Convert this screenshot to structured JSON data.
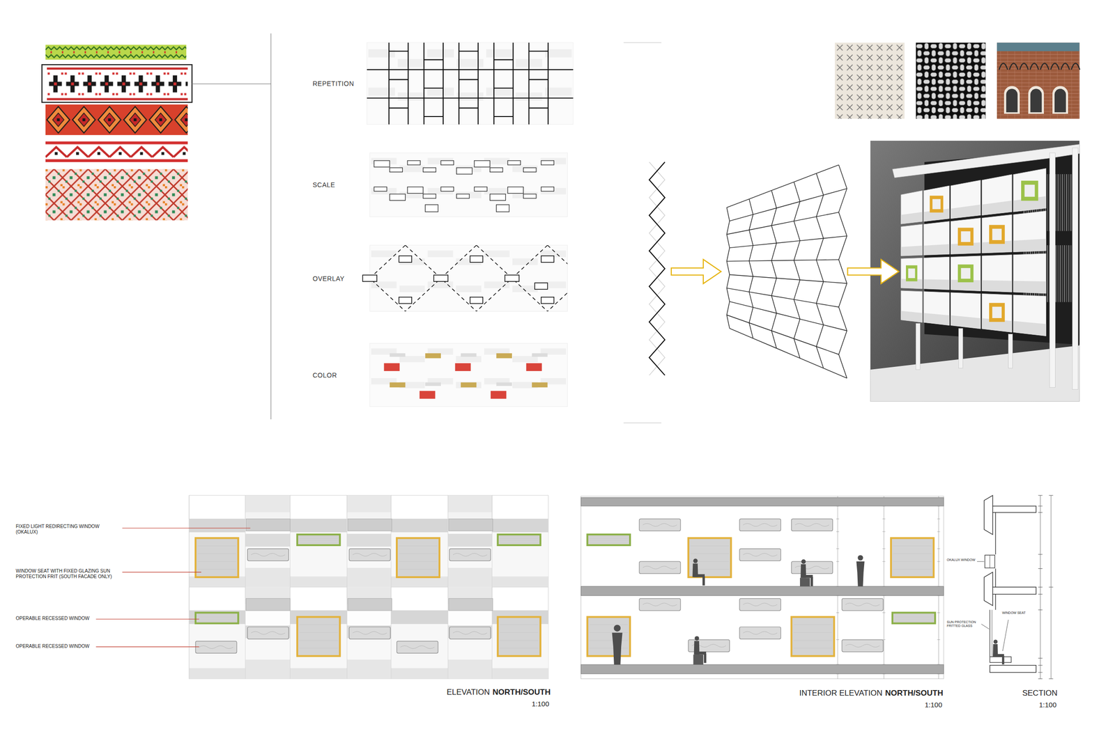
{
  "diagram": {
    "nodes": [
      {
        "text": [
          "REPETITION"
        ]
      },
      {
        "text": [
          "SCALE"
        ]
      },
      {
        "text": [
          "OVERLAY"
        ]
      },
      {
        "text": [
          "COLOR"
        ]
      }
    ],
    "labels": [
      "FIXED LIGHT REDIRECTING WINDOW (OKALUX)",
      "WINDOW SEAT WITH FIXED GLAZING SUN PROTECTION FRIT (SOUTH FACADE ONLY)",
      "OPERABLE RECESSED WINDOW",
      "OPERABLE RECESSED WINDOW",
      "ELEVATION",
      "NORTH/SOUTH",
      "1:100",
      "INTERIOR ELEVATION",
      "NORTH/SOUTH",
      "1:100",
      "SECTION",
      "1:100",
      "OKALUX WINDOW",
      "SUN PROTECTION FRITTED GLASS",
      "WINDOW SEAT"
    ]
  }
}
